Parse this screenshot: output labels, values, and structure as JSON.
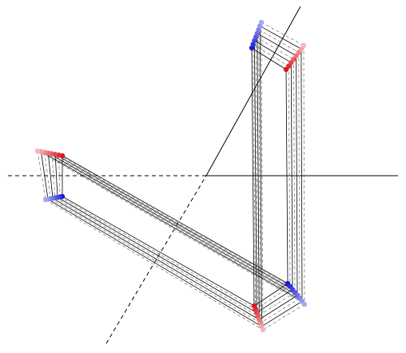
{
  "diagram": {
    "colors": {
      "background": "#ffffff",
      "axis": "#000000",
      "frame_solid": "#000000",
      "frame_dashed": "#808080",
      "dot_blue_dark": "#1a1adc",
      "dot_blue_light": "#a8aaf0",
      "dot_red_dark": "#e0141e",
      "dot_red_light": "#f4b8ba"
    },
    "axes": [
      {
        "name": "horizontal-axis",
        "style": "dashed-left-solid-right"
      },
      {
        "name": "diagonal-axis",
        "style": "dashed-lower-solid-upper"
      }
    ],
    "frames": {
      "vertical_frame_count": 8,
      "slanted_frame_count": 8
    }
  }
}
